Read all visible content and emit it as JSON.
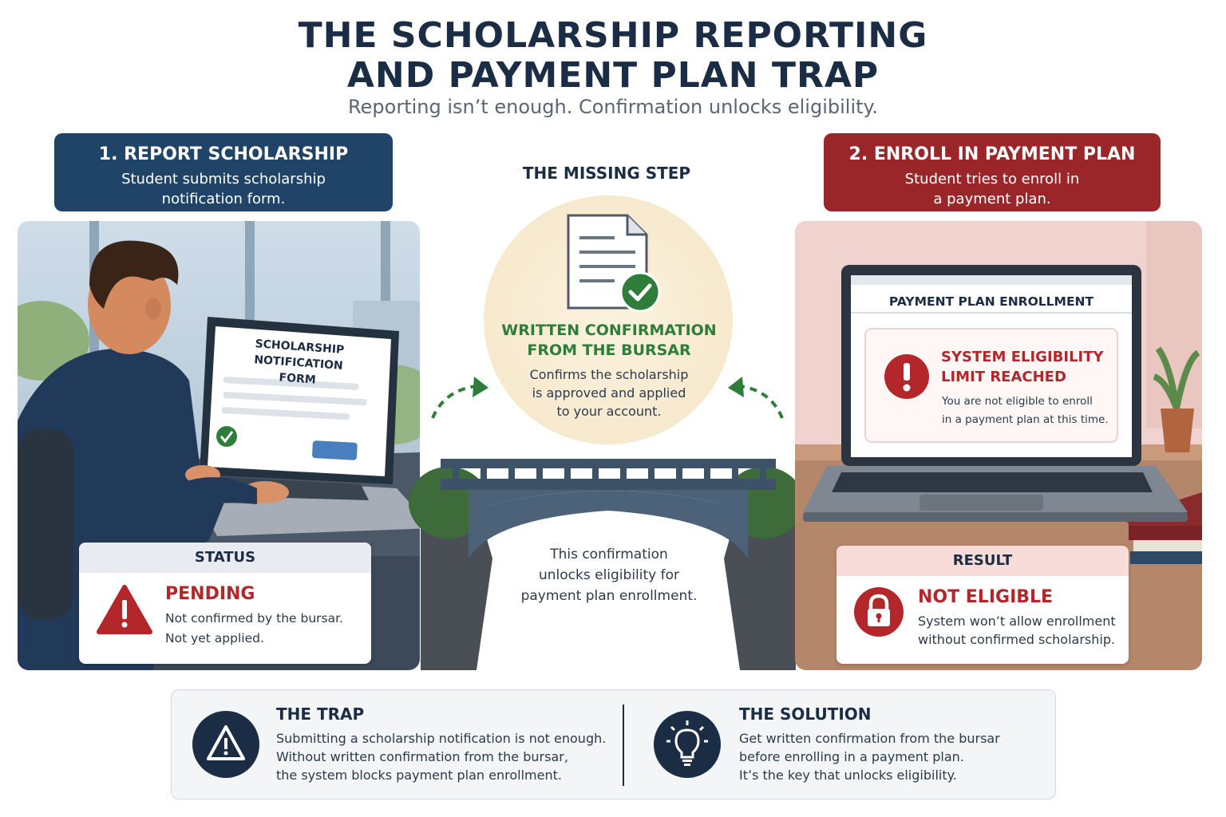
{
  "title": {
    "line1": "THE SCHOLARSHIP REPORTING",
    "line2": "AND PAYMENT PLAN TRAP",
    "subtitle": "Reporting isn’t enough. Confirmation unlocks eligibility."
  },
  "step1": {
    "heading": "1. REPORT SCHOLARSHIP",
    "desc_line1": "Student submits scholarship",
    "desc_line2": "notification form.",
    "screen_line1": "SCHOLARSHIP",
    "screen_line2": "NOTIFICATION FORM",
    "status_header": "STATUS",
    "status_value": "PENDING",
    "status_line1": "Not confirmed by the bursar.",
    "status_line2": "Not yet applied."
  },
  "middle": {
    "label": "THE MISSING STEP",
    "title_line1": "WRITTEN CONFIRMATION",
    "title_line2": "FROM THE BURSAR",
    "desc_line1": "Confirms the scholarship",
    "desc_line2": "is approved and applied",
    "desc_line3": "to your account.",
    "unlock_line1": "This confirmation",
    "unlock_line2": "unlocks eligibility for",
    "unlock_line3": "payment plan enrollment."
  },
  "step2": {
    "heading": "2. ENROLL IN PAYMENT PLAN",
    "desc_line1": "Student tries to enroll in",
    "desc_line2": "a payment plan.",
    "screen_title": "PAYMENT PLAN ENROLLMENT",
    "error_line1": "SYSTEM ELIGIBILITY",
    "error_line2": "LIMIT REACHED",
    "error_msg1": "You are not eligible to enroll",
    "error_msg2": "in a payment plan at this time.",
    "result_header": "RESULT",
    "result_value": "NOT ELIGIBLE",
    "result_line1": "System won’t allow enrollment",
    "result_line2": "without confirmed scholarship."
  },
  "bottom": {
    "trap_heading": "THE TRAP",
    "trap_line1": "Submitting a scholarship notification is not enough.",
    "trap_line2": "Without written confirmation from the bursar,",
    "trap_line3": "the system blocks payment plan enrollment.",
    "solution_heading": "THE SOLUTION",
    "solution_line1": "Get written confirmation from the bursar",
    "solution_line2": "before enrolling in a payment plan.",
    "solution_line3": "It’s the key that unlocks eligibility."
  },
  "colors": {
    "navy": "#1f4468",
    "red": "#9b262a",
    "green": "#2e7d3a",
    "alert": "#b3262a"
  }
}
